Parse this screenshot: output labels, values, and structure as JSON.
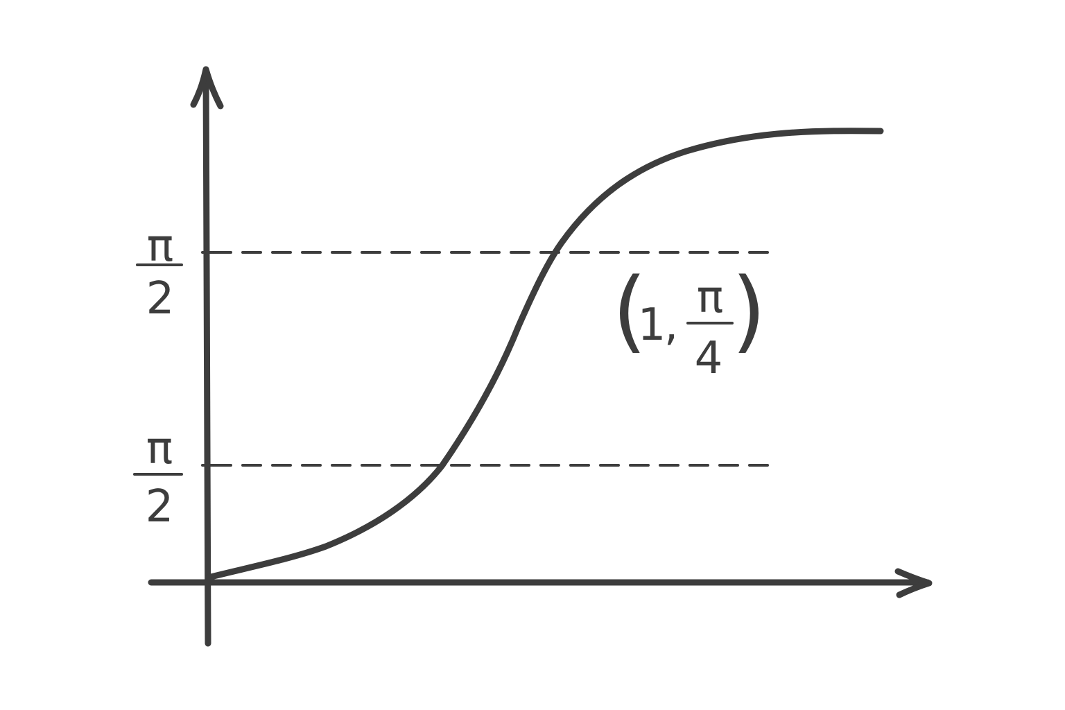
{
  "figure": {
    "ink_color": "#3d3d3d",
    "background": "#ffffff",
    "y_tick_upper": {
      "numerator": "π",
      "denominator": "2"
    },
    "y_tick_lower": {
      "numerator": "π",
      "denominator": "2"
    },
    "point_label": {
      "open": "(",
      "x_value": "1",
      "comma": ",",
      "y_numerator": "π",
      "y_denominator": "4",
      "close": ")"
    }
  }
}
